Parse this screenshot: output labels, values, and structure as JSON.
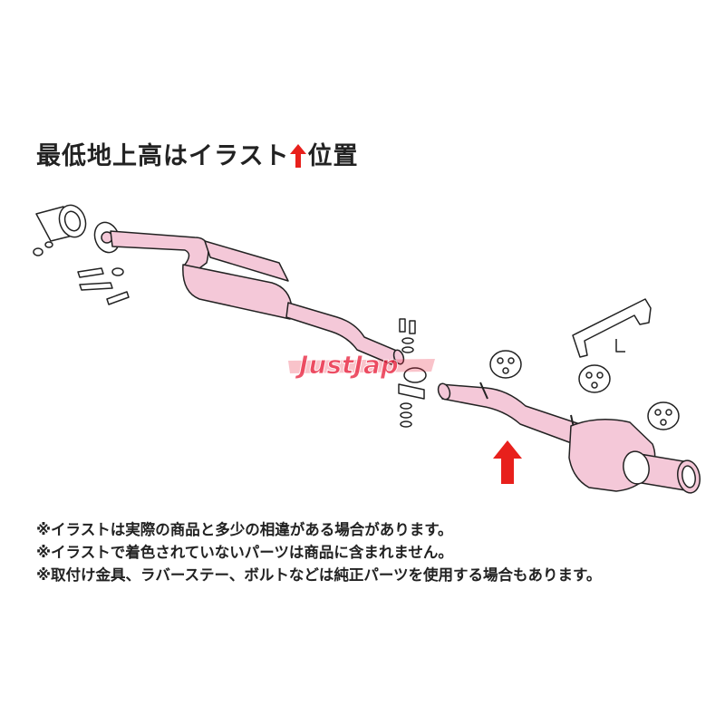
{
  "title": {
    "text_before_arrow": "最低地上高はイラスト",
    "text_after_arrow": "位置",
    "arrow_icon": "up-arrow-icon",
    "arrow_color": "#e8201c"
  },
  "watermark": {
    "text": "JustJap"
  },
  "colors": {
    "pipe_fill": "#f4c8d8",
    "line": "#222222",
    "arrow": "#e8201c"
  },
  "notes": [
    "※イラストは実際の商品と多少の相違がある場合があります。",
    "※イラストで着色されていないパーツは商品に含まれません。",
    "※取付け金具、ラバーステー、ボルトなどは純正パーツを使用する場合もあります。"
  ]
}
